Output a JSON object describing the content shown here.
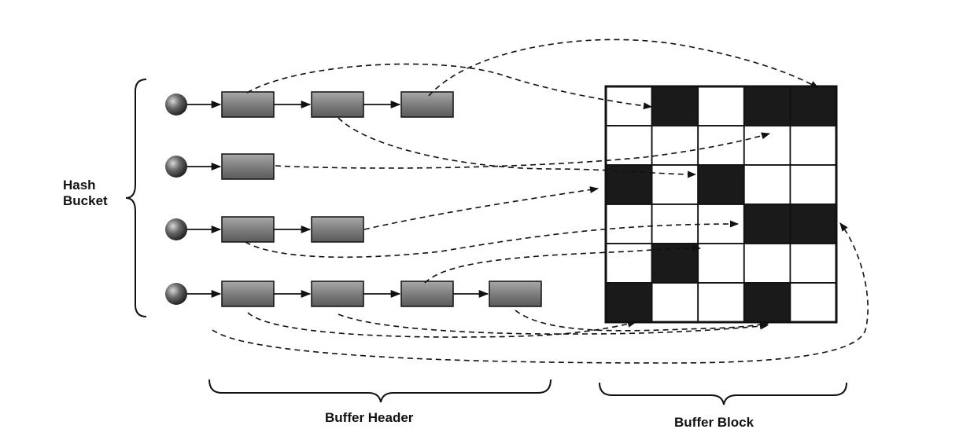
{
  "labels": {
    "hash_bucket_line1": "Hash",
    "hash_bucket_line2": "Bucket",
    "buffer_header": "Buffer Header",
    "buffer_block": "Buffer Block"
  },
  "colors": {
    "ink": "#111111",
    "header_fill": "#8a8a8a",
    "block_filled": "#1a1a1a",
    "block_empty": "#ffffff"
  },
  "chains": [
    {
      "bucket": 1,
      "headers": 3
    },
    {
      "bucket": 2,
      "headers": 1
    },
    {
      "bucket": 3,
      "headers": 2
    },
    {
      "bucket": 4,
      "headers": 4
    }
  ],
  "buffer_grid": {
    "rows": 6,
    "cols": 5,
    "filled": [
      [
        0,
        1,
        0,
        1,
        1
      ],
      [
        0,
        0,
        0,
        0,
        0
      ],
      [
        1,
        0,
        1,
        0,
        0
      ],
      [
        0,
        0,
        0,
        1,
        1
      ],
      [
        0,
        1,
        0,
        0,
        0
      ],
      [
        1,
        0,
        0,
        1,
        0
      ]
    ]
  }
}
